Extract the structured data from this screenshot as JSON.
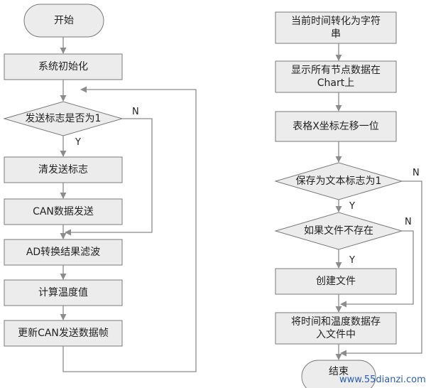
{
  "left_flow": {
    "start": "开始",
    "init": "系统初始化",
    "decision_send_flag": "发送标志是否为1",
    "clear_flag": "清发送标志",
    "can_send": "CAN数据发送",
    "ad_filter": "AD转换结果滤波",
    "calc_temp": "计算温度值",
    "update_frame": "更新CAN发送数据帧",
    "yes": "Y",
    "no": "N"
  },
  "right_flow": {
    "time_to_string": "当前时间转化为字符\n串",
    "show_nodes": "显示所有节点数据在\nChart上",
    "shift_x": "表格X坐标左移一位",
    "decision_save_flag": "保存为文本标志为1",
    "decision_file_missing": "如果文件不存在",
    "create_file": "创建文件",
    "write_file": "将时间和温度数据存\n入文件中",
    "end": "结束",
    "yes1": "Y",
    "no1": "N",
    "yes2": "Y",
    "no2": "N"
  },
  "watermark": "www.55dianzi.com",
  "colors": {
    "box_fill": "#ececec",
    "box_stroke": "#7a7a7a",
    "line": "#8c8c8c",
    "watermark": "#2a5db0"
  }
}
